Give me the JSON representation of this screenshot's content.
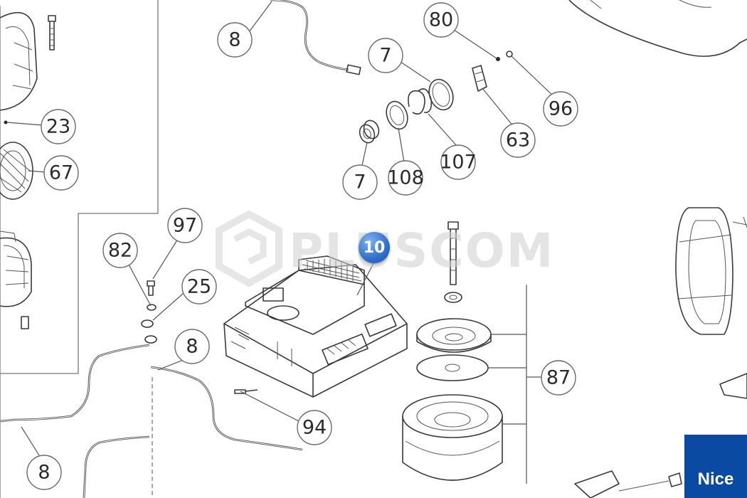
{
  "diagram": {
    "part_labels": [
      "8",
      "80",
      "7",
      "96",
      "23",
      "63",
      "107",
      "67",
      "7",
      "108",
      "97",
      "82",
      "25",
      "8",
      "87",
      "94",
      "8"
    ],
    "highlight_label": "10",
    "watermark": "PLUSCOM",
    "brand": "Nice"
  },
  "colors": {
    "highlight": "#2f6fcc",
    "brand_bg": "#0a4aa3",
    "line": "#3a3a3a"
  }
}
